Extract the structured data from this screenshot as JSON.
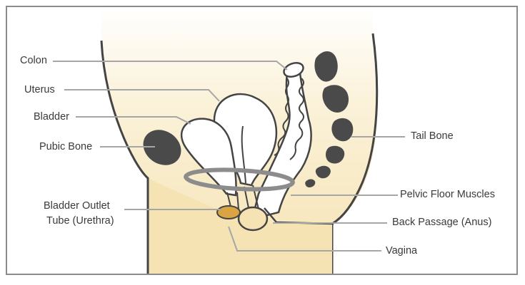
{
  "diagram": {
    "labels": {
      "colon": "Colon",
      "uterus": "Uterus",
      "bladder": "Bladder",
      "pubic_bone": "Pubic Bone",
      "urethra_line1": "Bladder Outlet",
      "urethra_line2": "Tube (Urethra)",
      "tail_bone": "Tail Bone",
      "pelvic_floor": "Pelvic Floor Muscles",
      "back_passage": "Back Passage (Anus)",
      "vagina": "Vagina"
    },
    "colors": {
      "body_fill": "#f5e3b3",
      "outline": "#444444",
      "bone": "#4a4a4a",
      "muscle_ring": "#8c8c8c",
      "urethra_opening": "#d9a441",
      "leader_line": "#a6a6a6"
    }
  }
}
